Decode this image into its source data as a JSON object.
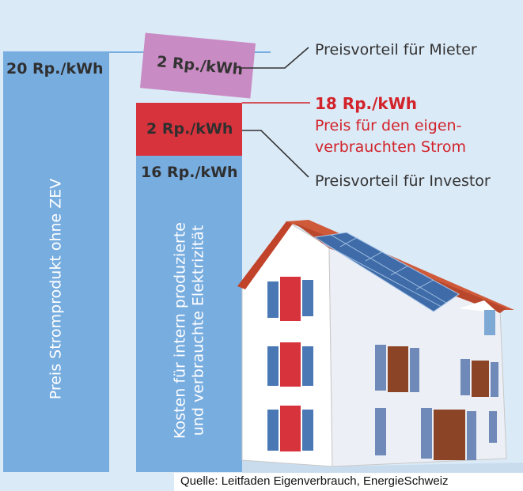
{
  "bars": {
    "without_zev": {
      "value_label": "20 Rp./kWh",
      "caption": "Preis Stromprodukt ohne ZEV",
      "color": "#78ade0"
    },
    "internal": {
      "top_label": "2 Rp./kWh",
      "value_label": "16 Rp./kWh",
      "caption_line1": "Kosten für intern produzierte",
      "caption_line2": "und verbrauchte Elektrizität",
      "color": "#78ade0",
      "investor_block_color": "#d7333c"
    },
    "tenant_block": {
      "label": "2 Rp./kWh",
      "color": "#c98bc3"
    }
  },
  "annotations": {
    "tenant_advantage": "Preisvorteil für Mieter",
    "price_value": "18 Rp./kWh",
    "price_line1": "Preis für den eigen-",
    "price_line2": "verbrauchten Strom",
    "investor_advantage": "Preisvorteil für Investor"
  },
  "source": "Quelle: Leitfaden Eigenverbrauch, EnergieSchweiz"
}
